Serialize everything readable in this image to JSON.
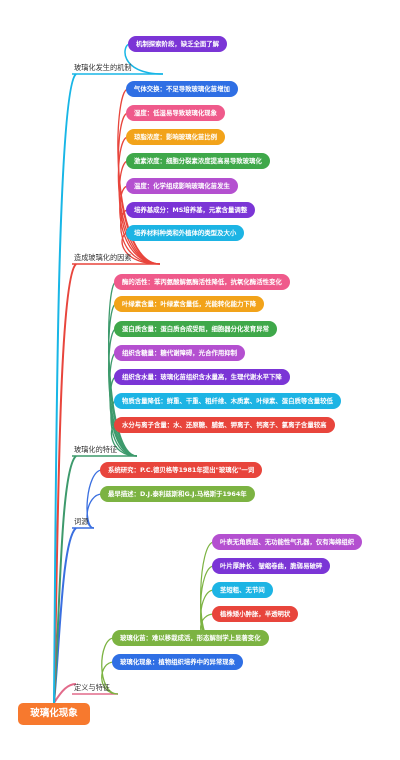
{
  "root": "玻璃化现象",
  "branches": {
    "mechanism": {
      "label": "玻璃化发生的机制",
      "items": [
        "机制探索阶段，缺乏全面了解"
      ]
    },
    "factors": {
      "label": "造成玻璃化的因素",
      "items": [
        "气体交换：不足导致玻璃化苗增加",
        "湿度：低湿易导致玻璃化现象",
        "琼脂浓度：影响玻璃化苗比例",
        "激素浓度：细胞分裂素浓度提高易导致玻璃化",
        "温度：化学组成影响玻璃化苗发生",
        "培养基成分：MS培养基，元素含量调整",
        "培养材料种类和外植体的类型及大小"
      ]
    },
    "features": {
      "label": "玻璃化的特征",
      "items": [
        "酶的活性：苯丙氨酸解氨酶活性降低，抗氧化酶活性变化",
        "叶绿素含量：叶绿素含量低，光能转化能力下降",
        "蛋白质含量：蛋白质合成受阻，细胞器分化发育异常",
        "组织含糖量：糖代谢障碍，光合作用抑制",
        "组织含水量：玻璃化苗组织含水量高，生理代谢水平下降",
        "物质含量降低：鲜重、干重、粗纤维、木质素、叶绿素、蛋白质等含量较低",
        "水分与离子含量：水、还原糖、脯氨、钾离子、钙离子、氯离子含量较高"
      ]
    },
    "origin": {
      "label": "词源",
      "items": [
        "系统研究：P.C.德贝格等1981年提出\"玻璃化\"一词",
        "最早描述：D.J.泰利兹斯和G.J.马格斯于1964年"
      ]
    },
    "definition": {
      "label": "定义与特征",
      "items": [
        "玻璃化苗：难以移栽成活，形态解剖学上显著变化",
        "玻璃化现象：植物组织培养中的异常现象"
      ],
      "sub_items": [
        "叶表无角质层、无功能性气孔器，仅有海绵组织",
        "叶片厚肿长、皱缩卷曲，脆弱易破碎",
        "茎短粗、无节间",
        "植株矮小肿胀，半透明状"
      ]
    }
  },
  "colors": {
    "root": "#f7792e",
    "mechanism": "#18b6e6",
    "factors": "#e8453c",
    "features": "#3d9a6c",
    "origin": "#3a6fe0",
    "definition": "#e26a8a",
    "def_child": "#7cb342",
    "pill_blue": "#2f6fe4",
    "pill_pink": "#ef5a8b",
    "pill_orange": "#f2a31a",
    "pill_green": "#3fa84a",
    "pill_purple": "#b450d0",
    "pill_violet": "#7b35d6",
    "pill_cyan": "#1db4e4",
    "pill_red": "#e8453c"
  }
}
